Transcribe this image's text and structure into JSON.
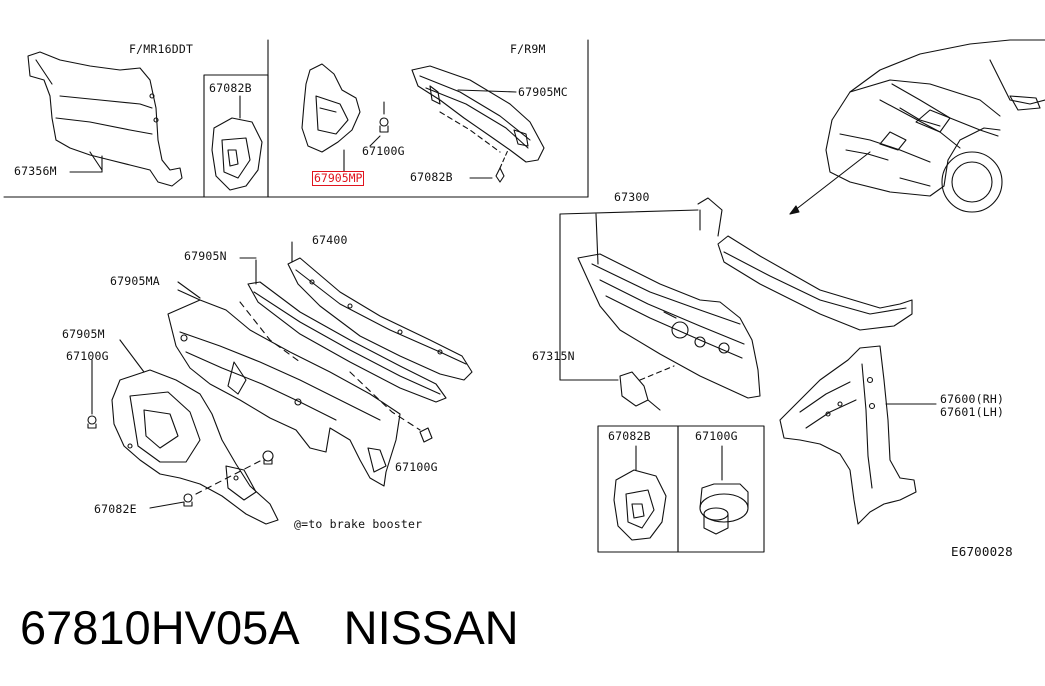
{
  "diagram": {
    "code": "E6700028",
    "top_left_variant": "F/MR16DDT",
    "top_right_variant": "F/R9M",
    "highlighted_part": "67905MP",
    "note": "@=to brake booster",
    "parts": {
      "p67356M": "67356M",
      "p67082B_a": "67082B",
      "p67100G_a": "67100G",
      "p67905MC": "67905MC",
      "p67082B_b": "67082B",
      "p67300": "67300",
      "p67315N": "67315N",
      "p67905N": "67905N",
      "p67400": "67400",
      "p67905MA": "67905MA",
      "p67905M": "67905M",
      "p67100G_b": "67100G",
      "p67100G_c": "67100G",
      "p67082E": "67082E",
      "p67082B_c": "67082B",
      "p67100G_d": "67100G",
      "p67600RH": "67600(RH)",
      "p67601LH": "67601(LH)"
    },
    "accent_color": "#e0141e",
    "line_color": "#111111"
  },
  "caption": {
    "part_number": "67810HV05A",
    "brand": "NISSAN"
  }
}
